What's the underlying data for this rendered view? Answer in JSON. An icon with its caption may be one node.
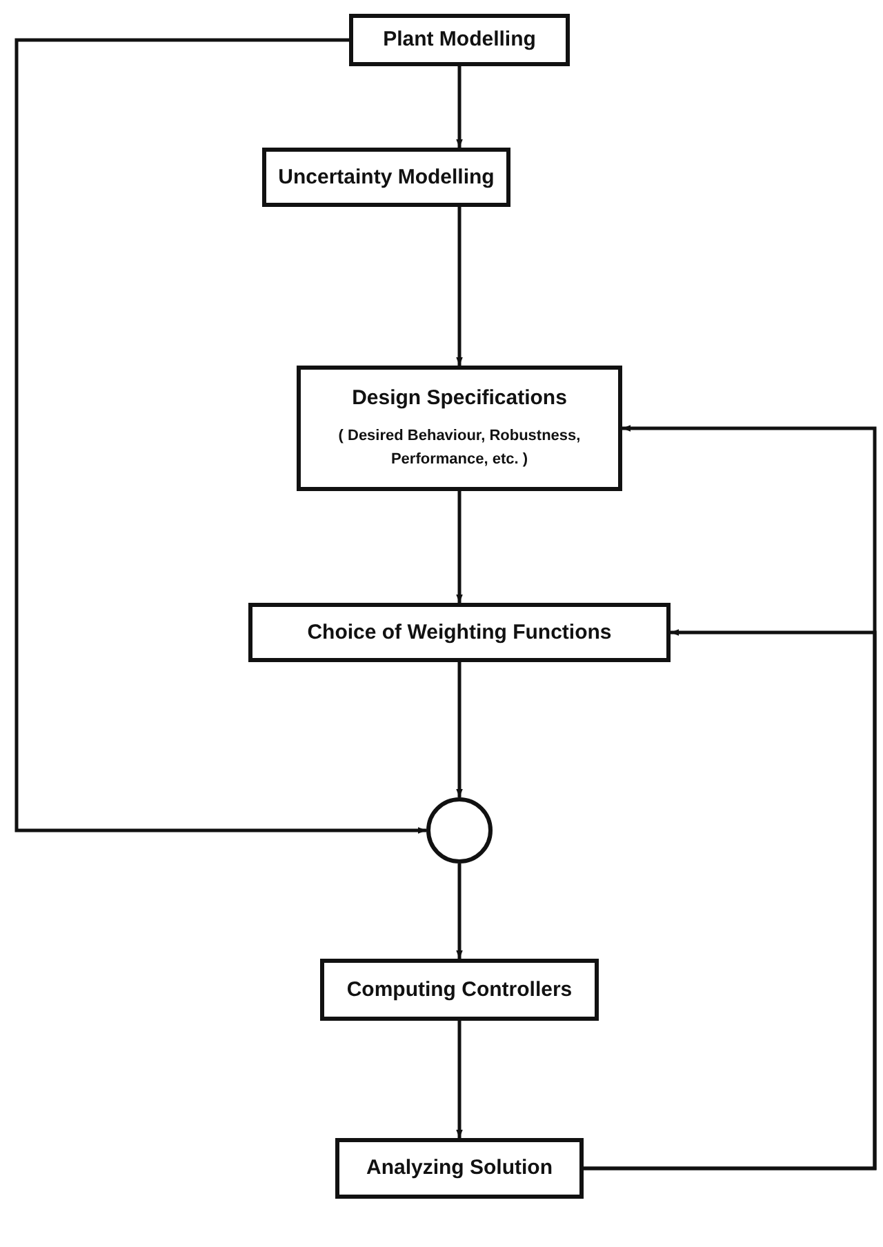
{
  "diagram": {
    "nodes": [
      {
        "text": [
          "Plant Modelling"
        ]
      },
      {
        "text": [
          "Uncertainty Modelling"
        ]
      },
      {
        "text": [
          "Design Specifications",
          "( Desired Behaviour, Robustness, Performance, etc. )"
        ]
      },
      {
        "text": [
          "Choice of Weighting Functions"
        ]
      },
      {
        "text": [],
        "shape": "circle"
      },
      {
        "text": [
          "Computing Controllers"
        ]
      },
      {
        "text": [
          "Analyzing Solution"
        ]
      }
    ],
    "edges": [
      {
        "from": 0,
        "to": 1,
        "arrow": "to"
      },
      {
        "from": 1,
        "to": 2,
        "arrow": "to"
      },
      {
        "from": 2,
        "to": 3,
        "arrow": "to"
      },
      {
        "from": 3,
        "to": 4,
        "arrow": "to"
      },
      {
        "from": 0,
        "to": 4,
        "arrow": "to"
      },
      {
        "from": 4,
        "to": 5,
        "arrow": "to"
      },
      {
        "from": 5,
        "to": 6,
        "arrow": "to"
      },
      {
        "from": 6,
        "to": 2,
        "arrow": "to"
      },
      {
        "from": 6,
        "to": 3,
        "arrow": "to"
      }
    ]
  }
}
